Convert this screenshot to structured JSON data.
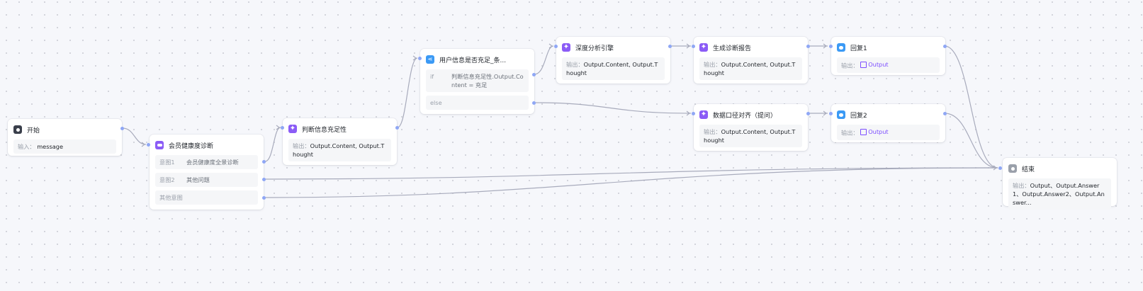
{
  "canvas": {
    "colors": {
      "edge": "#a8abbc",
      "port": "#8fa7f5",
      "accent_purple": "#8b5cf6",
      "accent_blue": "#3b9af5",
      "dark": "#3a3f4b",
      "grey": "#9aa0aa"
    }
  },
  "nodes": {
    "start": {
      "title": "开始",
      "icon": "start-icon",
      "input_label": "输入：",
      "input_value": "message"
    },
    "intent": {
      "title": "会员健康度诊断",
      "icon": "robot-icon",
      "intents": [
        {
          "key": "意图1",
          "value": "会员健康度全景诊断"
        },
        {
          "key": "意图2",
          "value": "其他问题"
        },
        {
          "key": "其他意图",
          "value": ""
        }
      ]
    },
    "judge": {
      "title": "判断信息充足性",
      "icon": "llm-sparkle-icon",
      "output_label": "输出：",
      "output_value": "Output.Content, Output.Thought"
    },
    "condition": {
      "title": "用户信息是否充足_条...",
      "icon": "branch-icon",
      "if_label": "if",
      "if_expr": "判断信息充足性.Output.Content = 充足",
      "else_label": "else"
    },
    "deep": {
      "title": "深度分析引擎",
      "icon": "llm-sparkle-icon",
      "output_label": "输出：",
      "output_value": "Output.Content, Output.Thought"
    },
    "report": {
      "title": "生成诊断报告",
      "icon": "llm-sparkle-icon",
      "output_label": "输出：",
      "output_value": "Output.Content, Output.Thought"
    },
    "align": {
      "title": "数据口径对齐（提问）",
      "icon": "llm-sparkle-icon",
      "output_label": "输出：",
      "output_value": "Output.Content, Output.Thought"
    },
    "reply1": {
      "title": "回复1",
      "icon": "reply-icon",
      "output_label": "输出：",
      "output_value": "Output"
    },
    "reply2": {
      "title": "回复2",
      "icon": "reply-icon",
      "output_label": "输出：",
      "output_value": "Output"
    },
    "end": {
      "title": "结束",
      "icon": "end-icon",
      "output_label": "输出：",
      "output_value": "Output、Output.Answer1、Output.Answer2、Output.Answer..."
    }
  }
}
